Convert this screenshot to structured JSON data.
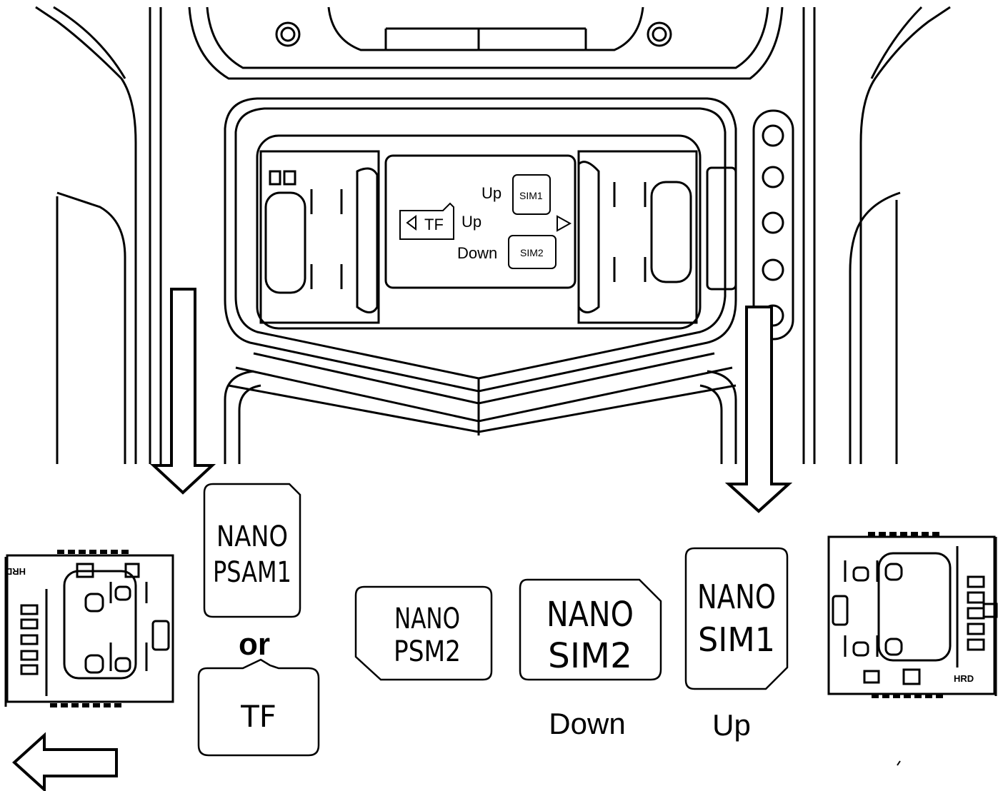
{
  "device_labels": {
    "tray_up": "Up",
    "tray_tf": "TF",
    "tray_tf_up": "Up",
    "tray_sim1": "SIM1",
    "tray_sim2": "SIM2",
    "tray_down": "Down"
  },
  "cards": {
    "psam1_line1": "NANO",
    "psam1_line2": "PSAM1",
    "or_label": "or",
    "tf_label": "TF",
    "psm2_line1": "NANO",
    "psm2_line2": "PSM2",
    "sim2_line1": "NANO",
    "sim2_line2": "SIM2",
    "sim2_caption": "Down",
    "sim1_line1": "NANO",
    "sim1_line2": "SIM1",
    "sim1_caption": "Up"
  },
  "slot_labels": {
    "left_tag": "HRD",
    "right_tag": "HRD"
  },
  "icons": [
    "arrow-down-icon",
    "arrow-left-icon",
    "tf-card-icon",
    "sim-card-icon"
  ]
}
